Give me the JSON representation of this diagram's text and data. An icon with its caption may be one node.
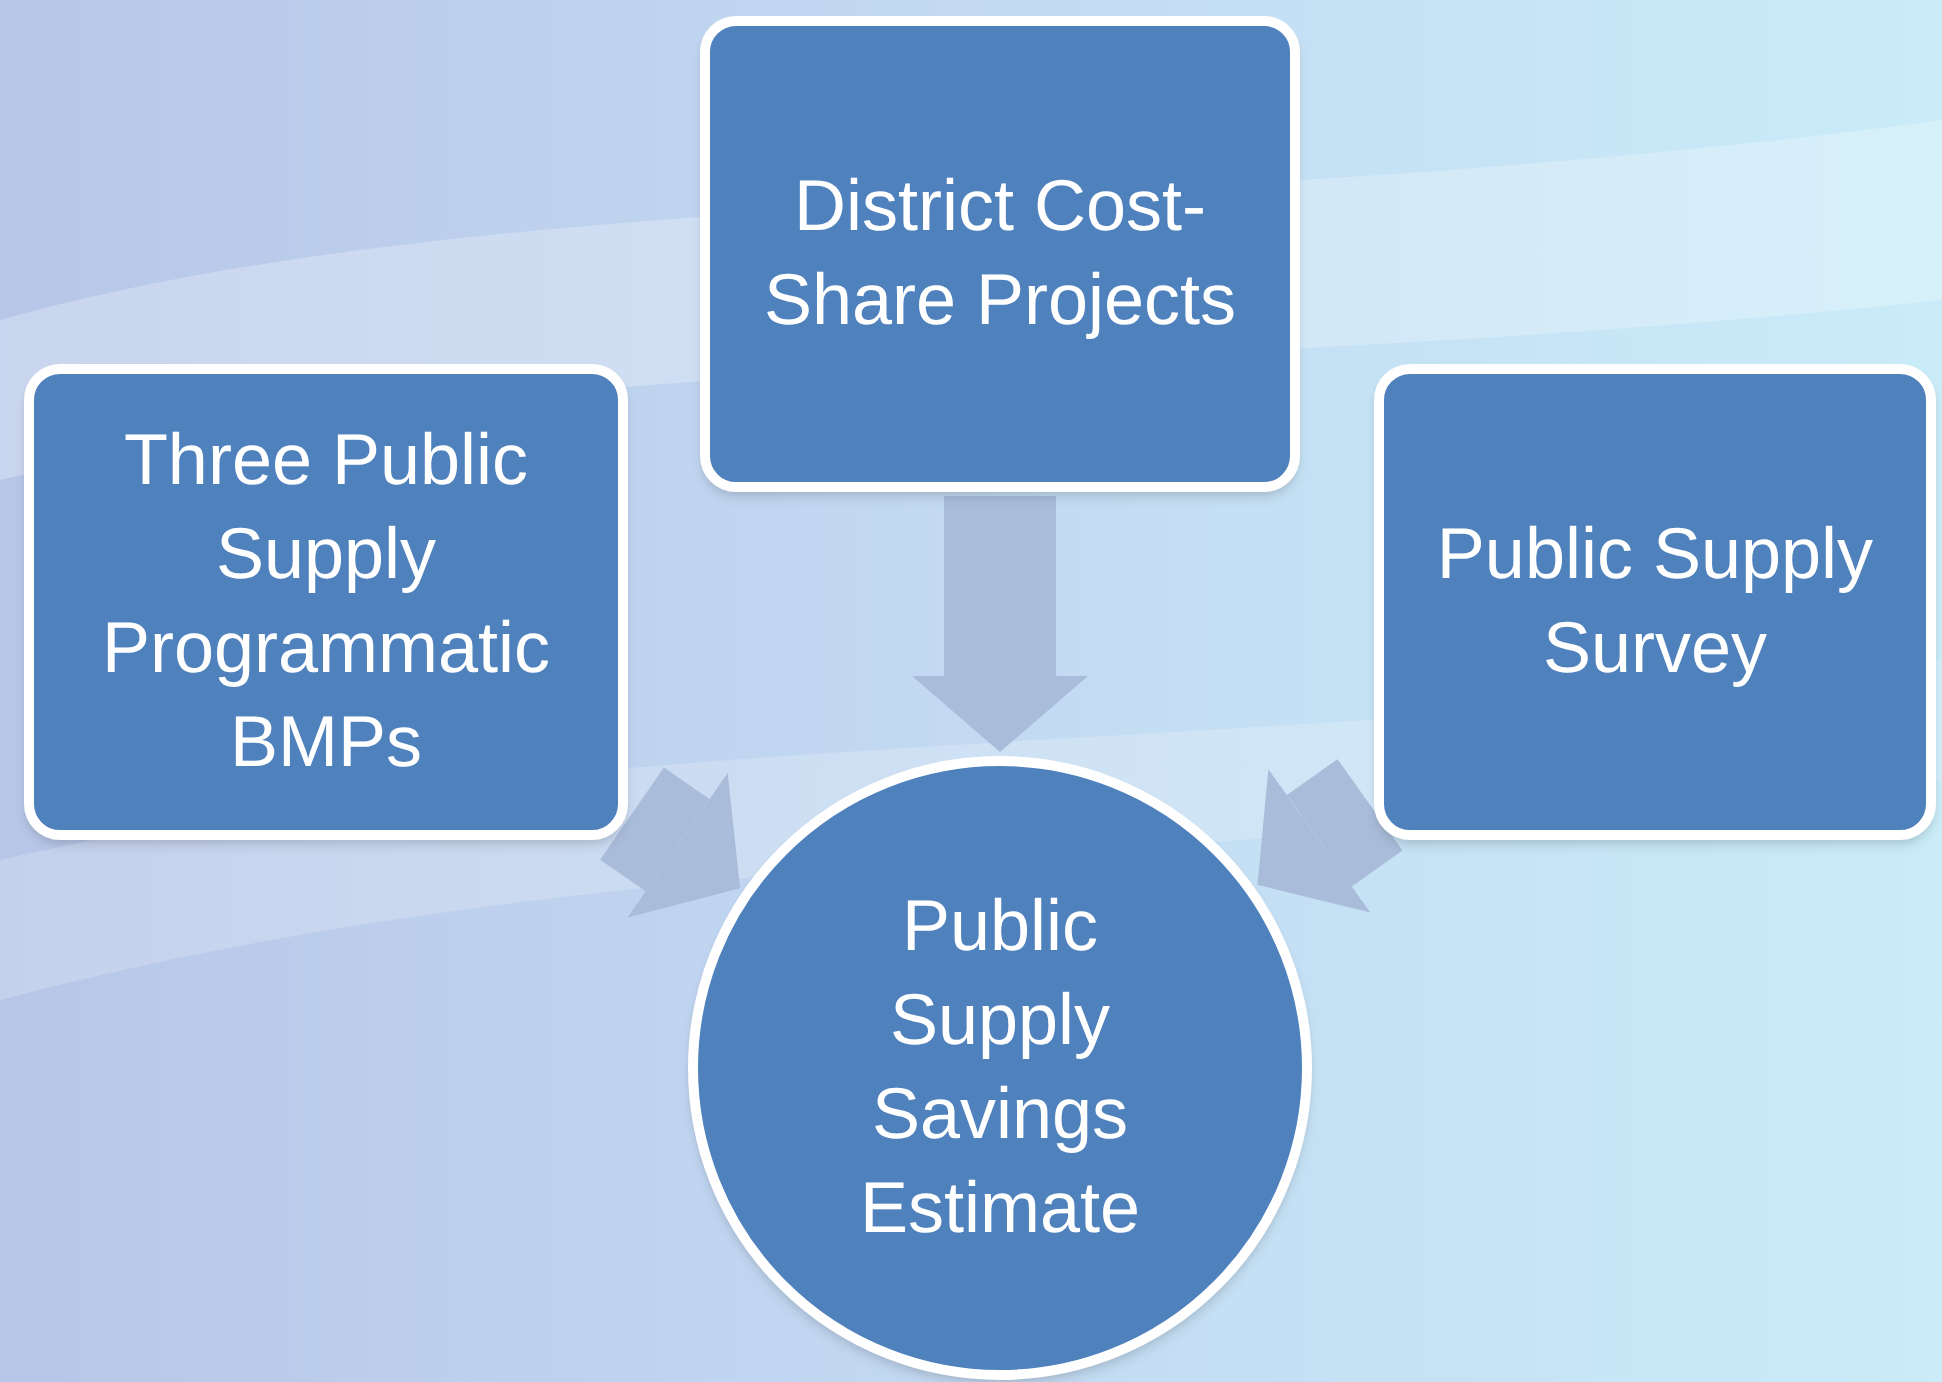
{
  "diagram": {
    "nodes": [
      {
        "text": [
          "District Cost-Share Projects"
        ]
      },
      {
        "text": [
          "Three Public Supply Programmatic BMPs"
        ]
      },
      {
        "text": [
          "Public Supply Survey"
        ]
      },
      {
        "text": [
          "Public Supply Savings Estimate"
        ]
      }
    ],
    "edges": [
      {
        "from": 0,
        "to": 3,
        "arrow": "to"
      },
      {
        "from": 1,
        "to": 3,
        "arrow": "to"
      },
      {
        "from": 2,
        "to": 3,
        "arrow": "to"
      }
    ]
  }
}
